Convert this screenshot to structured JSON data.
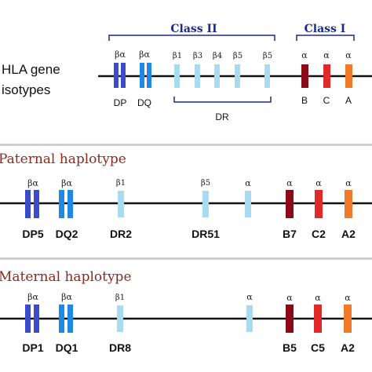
{
  "colors": {
    "dp": "#3b4bc9",
    "dq": "#1e88e5",
    "dr": "#a8dbef",
    "b": "#8b0a1a",
    "c": "#e02a2a",
    "a": "#f07a2a",
    "bracket": "#1a2a8a",
    "class_label": "#1a2a8a",
    "haplotype_title": "#8a2a1f"
  },
  "top": {
    "title_line1": "HLA gene",
    "title_line2": "isotypes",
    "class2_label": "Class II",
    "class1_label": "Class I",
    "dp_greek": "βα",
    "dq_greek": "βα",
    "dr_greek": [
      "β1",
      "β3",
      "β4",
      "β5",
      "β5"
    ],
    "class1_greek": [
      "α",
      "α",
      "α"
    ],
    "dp_label": "DP",
    "dq_label": "DQ",
    "dr_label": "DR",
    "class1_labels": [
      "B",
      "C",
      "A"
    ]
  },
  "paternal": {
    "title": "Paternal haplotype",
    "dp_greek": "βα",
    "dq_greek": "βα",
    "dr_greek": "β1",
    "dr51_greek": "β5",
    "dr_alpha_greek": "α",
    "class1_greek": [
      "α",
      "α",
      "α"
    ],
    "labels": [
      "DP5",
      "DQ2",
      "DR2",
      "DR51",
      "B7",
      "C2",
      "A2"
    ]
  },
  "maternal": {
    "title": "Maternal haplotype",
    "dp_greek": "βα",
    "dq_greek": "βα",
    "dr_greek": "β1",
    "dr_alpha_greek": "α",
    "class1_greek": [
      "α",
      "α",
      "α"
    ],
    "labels": [
      "DP1",
      "DQ1",
      "DR8",
      "B5",
      "C5",
      "A2"
    ]
  }
}
